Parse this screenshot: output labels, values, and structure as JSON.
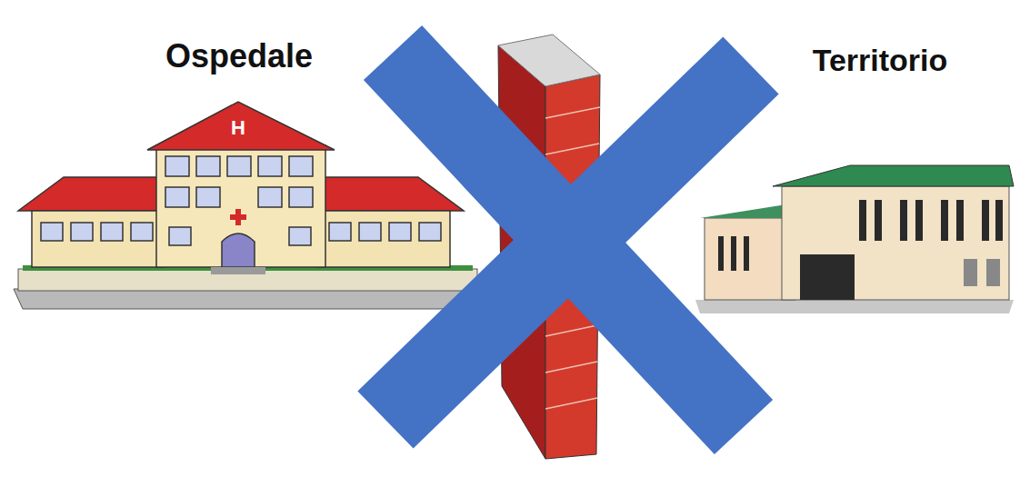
{
  "diagram": {
    "labels": [
      "Ospedale",
      "Territorio",
      "H"
    ]
  }
}
